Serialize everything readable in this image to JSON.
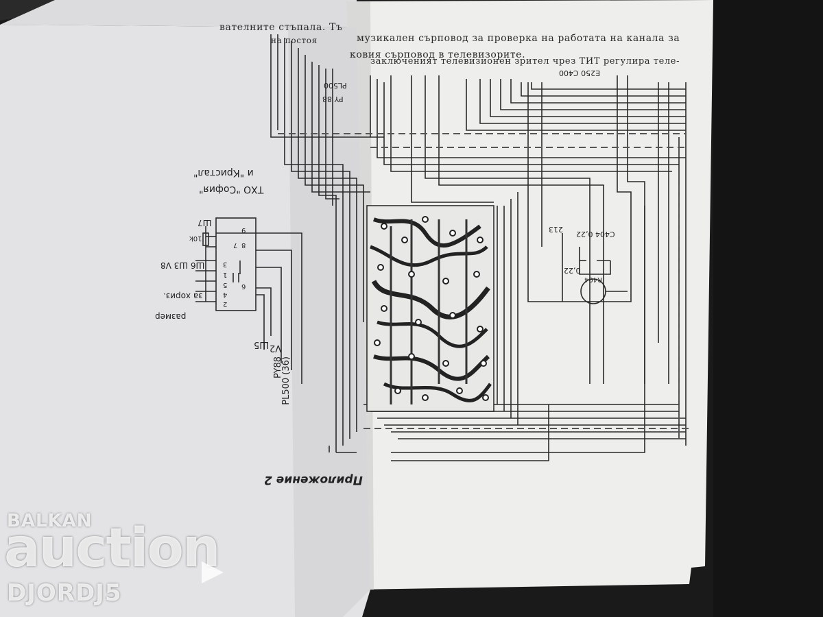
{
  "photo": {
    "subject": "open booklet with television circuit schematic",
    "colors": {
      "background": "#1a1a1a",
      "paper_left": "#e4e4e6",
      "paper_right": "#efefef",
      "ink": "#2a2a2a"
    }
  },
  "right_page": {
    "top_lines": [
      "музикален сърповод за проверка на работата на канала за",
      "ковия сърповод в телевизорите.",
      "заключеният телевизионен зрител чрез ТИТ регулира теле-"
    ],
    "fragment_left_top": "вателните стъпала. Тъ",
    "fragment_left_mid": "на  постоя",
    "schematic_labels": [
      "PL500",
      "PY 88",
      "E250 C400",
      "213",
      "C404 0,22",
      "0,22",
      "R404"
    ]
  },
  "left_page": {
    "caption_title": "ТХО \"София\"",
    "caption_sub": "и \"Кристал\"",
    "connector_labels": [
      "Ш7",
      "10k",
      "Ш6 Ш3 V8",
      "за хориз.",
      "размер"
    ],
    "pin_numbers": [
      "9",
      "8",
      "7",
      "6",
      "3",
      "1",
      "5",
      "4",
      "2"
    ],
    "output_labels": [
      "PL500 (36)",
      "PY88",
      "V2",
      "Ш5"
    ],
    "appendix_label": "Приложение 2"
  },
  "watermark": {
    "line1": "BALKAN",
    "line2": "auction",
    "line3": "DJORDJ5"
  }
}
